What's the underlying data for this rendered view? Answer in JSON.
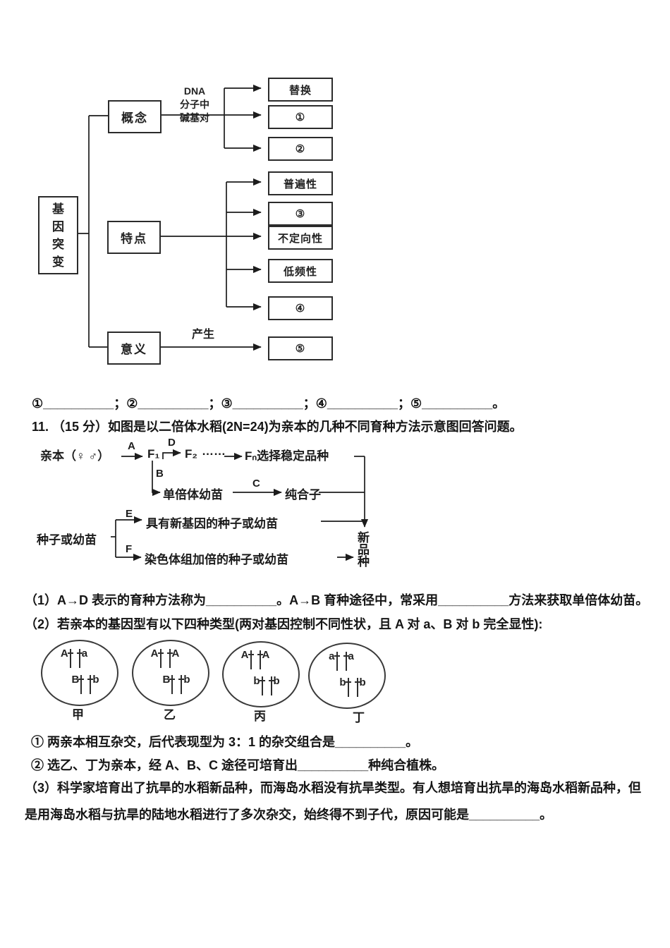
{
  "mutation_chart": {
    "root": "基因突变",
    "concept": {
      "label": "概念",
      "edge_line1": "DNA",
      "edge_line2": "分子中",
      "edge_line3": "碱基对",
      "targets": [
        "替换",
        "①",
        "②"
      ]
    },
    "feature": {
      "label": "特点",
      "targets": [
        "普遍性",
        "③",
        "不定向性",
        "低频性",
        "④"
      ]
    },
    "meaning": {
      "label": "意义",
      "edge_label": "产生",
      "targets": [
        "⑤"
      ]
    }
  },
  "blanks_line": "①__________；②__________；③__________；④__________；⑤__________。",
  "question11": {
    "stem": "11. （15 分）如图是以二倍体水稻(2N=24)为亲本的几种不同育种方法示意图回答问题。",
    "part1": "（1）A→D 表示的育种方法称为__________。A→B 育种途径中，常采用__________方法来获取单倍体幼苗。",
    "part2": "（2）若亲本的基因型有以下四种类型(两对基因控制不同性状，且 A 对 a、B 对 b 完全显性):",
    "sub1": "① 两亲本相互杂交，后代表现型为 3：1 的杂交组合是__________。",
    "sub2": "② 选乙、丁为亲本，经 A、B、C 途径可培育出__________种纯合植株。",
    "part3": "（3）科学家培育出了抗旱的水稻新品种，而海岛水稻没有抗旱类型。有人想培育出抗旱的海岛水稻新品种，但是用海岛水稻与抗旱的陆地水稻进行了多次杂交，始终得不到子代，原因可能是__________。"
  },
  "breeding_chart": {
    "parent": "亲本（♀ ♂）",
    "label_a": "A",
    "label_b": "B",
    "label_c": "C",
    "label_d": "D",
    "label_e": "E",
    "label_f": "F",
    "f1": "F₁",
    "f2": "F₂",
    "dots": "……",
    "fn_select": "Fₙ选择稳定品种",
    "haploid": "单倍体幼苗",
    "homozygote": "纯合子",
    "seed_or_seedling": "种子或幼苗",
    "new_gene": "具有新基因的种子或幼苗",
    "chromosome_doubled": "染色体组加倍的种子或幼苗",
    "new_variety": "新品种"
  },
  "genotype_cells": [
    {
      "label": "甲",
      "top_left": "A",
      "top_right": "a",
      "bottom_left": "B",
      "bottom_right": "b"
    },
    {
      "label": "乙",
      "top_left": "A",
      "top_right": "A",
      "bottom_left": "B",
      "bottom_right": "b"
    },
    {
      "label": "丙",
      "top_left": "A",
      "top_right": "A",
      "bottom_left": "b",
      "bottom_right": "b"
    },
    {
      "label": "丁",
      "top_left": "a",
      "top_right": "a",
      "bottom_left": "b",
      "bottom_right": "b"
    }
  ]
}
